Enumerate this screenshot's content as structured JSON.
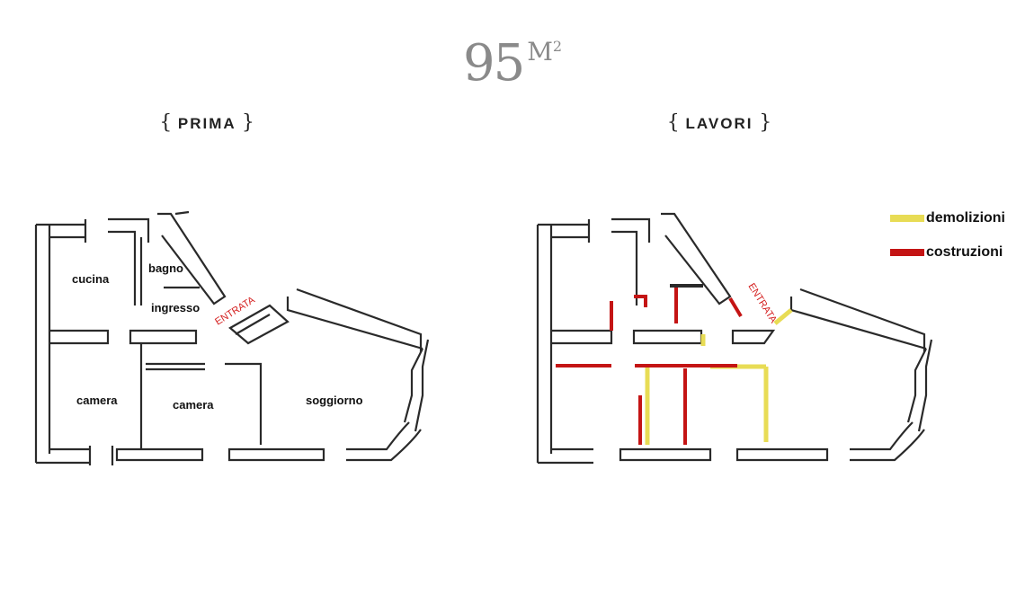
{
  "area": {
    "number": "95",
    "unit": "M",
    "sup": "2"
  },
  "headings": {
    "left": "PRIMA",
    "right": "LAVORI",
    "open": "{",
    "close": "}"
  },
  "rooms": {
    "cucina": "cucina",
    "bagno": "bagno",
    "ingresso": "ingresso",
    "camera1": "camera",
    "camera2": "camera",
    "soggiorno": "soggiorno"
  },
  "entrata": "ENTRATA",
  "legend": {
    "demolizioni": "demolizioni",
    "costruzioni": "costruzioni"
  },
  "colors": {
    "wall": "#2a2a2a",
    "demolizioni": "#e8dc55",
    "costruzioni": "#c41414",
    "entrata": "#d41f1f"
  }
}
